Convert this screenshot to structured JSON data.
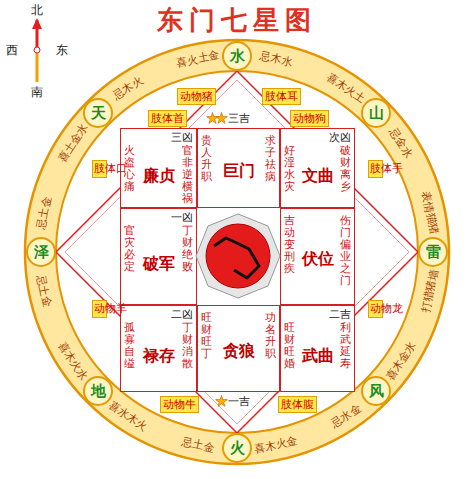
{
  "diagram": {
    "title": "东门七星图",
    "nodes": [
      {
        "text": [
          "水"
        ]
      },
      {
        "text": [
          "天"
        ]
      },
      {
        "text": [
          "山"
        ]
      },
      {
        "text": [
          "泽"
        ]
      },
      {
        "text": [
          "雷"
        ]
      },
      {
        "text": [
          "地"
        ]
      },
      {
        "text": [
          "风"
        ]
      },
      {
        "text": [
          "火"
        ]
      },
      {
        "text": [
          "廉贞",
          "三凶",
          "火盗心痛",
          "官非逆横祸"
        ]
      },
      {
        "text": [
          "巨门",
          "三吉",
          "贵人升职",
          "求子祛病"
        ]
      },
      {
        "text": [
          "文曲",
          "次凶",
          "好淫水灾",
          "破财离乡"
        ]
      },
      {
        "text": [
          "破军",
          "一凶",
          "官灾必定",
          "丁财绝败"
        ]
      },
      {
        "text": [
          "伏位",
          "吉动变刑疾",
          "伤门偏业之门"
        ]
      },
      {
        "text": [
          "禄存",
          "二凶",
          "孤寡自缢",
          "丁财消散"
        ]
      },
      {
        "text": [
          "贪狼",
          "一吉",
          "旺财旺丁",
          "功名升职"
        ]
      },
      {
        "text": [
          "武曲",
          "二吉",
          "旺财旺婚",
          "利武延寿"
        ]
      }
    ],
    "labels": [
      "北",
      "西",
      "东",
      "南",
      "忌木水",
      "喜木火土",
      "忌金水",
      "表情猫猪",
      "打猎猪墙",
      "喜木金水",
      "忌水金",
      "喜木火金",
      "忌土金",
      "喜水木火",
      "喜木火水",
      "忌土金",
      "忌土金",
      "喜土金水",
      "忌木火",
      "喜火土金",
      "肢体首",
      "动物猪",
      "肢体耳",
      "动物狗",
      "肢体口",
      "肢体手",
      "动物羊",
      "动物龙",
      "动物牛",
      "肢体腹"
    ]
  }
}
